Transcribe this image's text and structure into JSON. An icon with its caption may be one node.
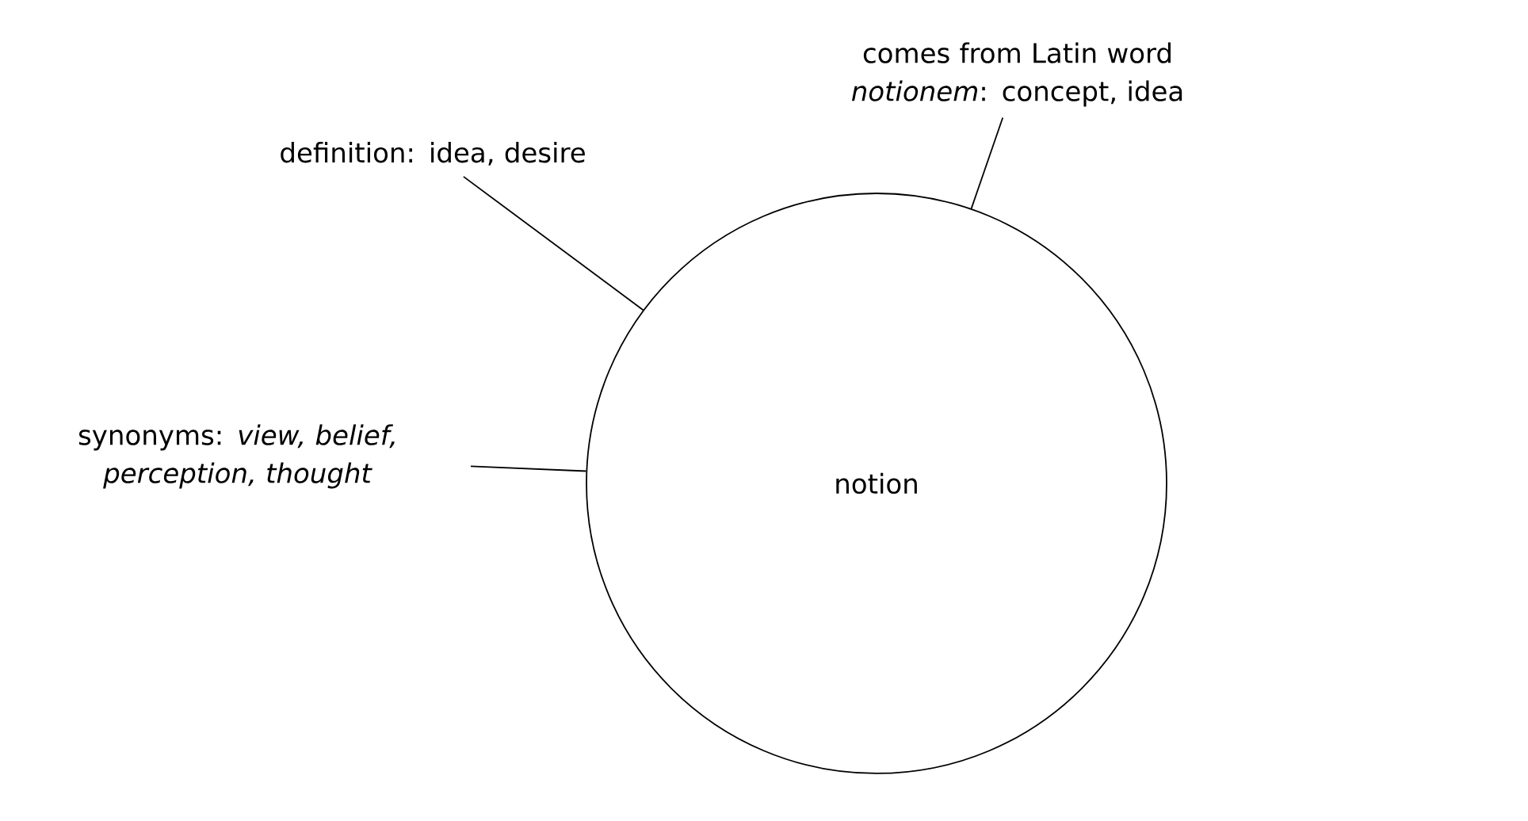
{
  "diagram": {
    "nodes": [
      {
        "text": [
          "notion"
        ]
      },
      {
        "text": [
          "definition: idea, desire"
        ]
      },
      {
        "text": [
          "comes from Latin word *notionem*: concept, idea"
        ]
      },
      {
        "text": [
          "synonyms: *view, belief, perception, thought*"
        ]
      }
    ],
    "edges": [
      {
        "from": 1,
        "to": 0,
        "arrow": "none"
      },
      {
        "from": 2,
        "to": 0,
        "arrow": "none"
      },
      {
        "from": 3,
        "to": 0,
        "arrow": "none"
      }
    ]
  }
}
